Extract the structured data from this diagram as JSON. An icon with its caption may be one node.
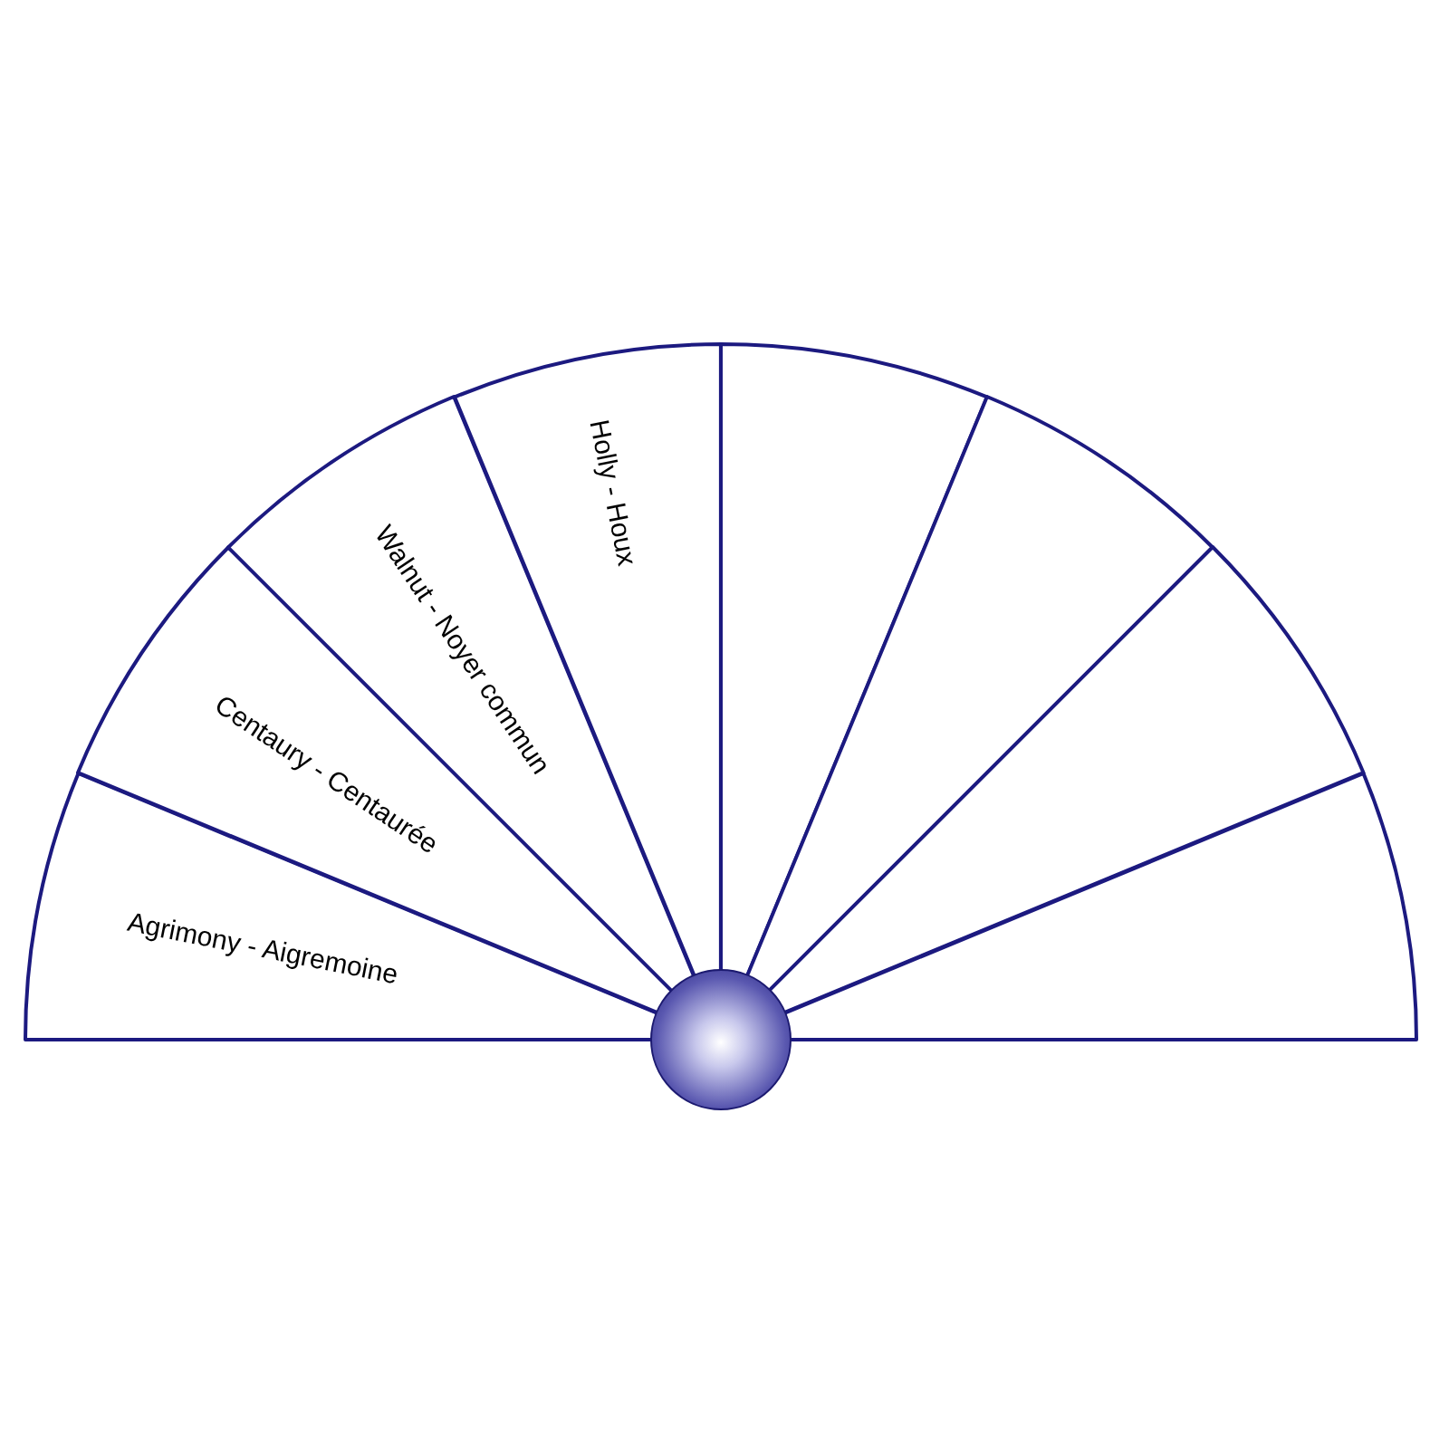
{
  "diagram": {
    "nodes": [
      {
        "text": [
          "Agrimony - Aigremoine"
        ]
      },
      {
        "text": [
          "Centaury - Centaurée"
        ]
      },
      {
        "text": [
          "Walnut - Noyer commun"
        ]
      },
      {
        "text": [
          "Holly - Houx"
        ]
      },
      {
        "text": [],
        "shape": "sector"
      },
      {
        "text": [],
        "shape": "sector"
      },
      {
        "text": [],
        "shape": "sector"
      },
      {
        "text": [],
        "shape": "sector"
      },
      {
        "text": [],
        "shape": "circle"
      }
    ]
  }
}
